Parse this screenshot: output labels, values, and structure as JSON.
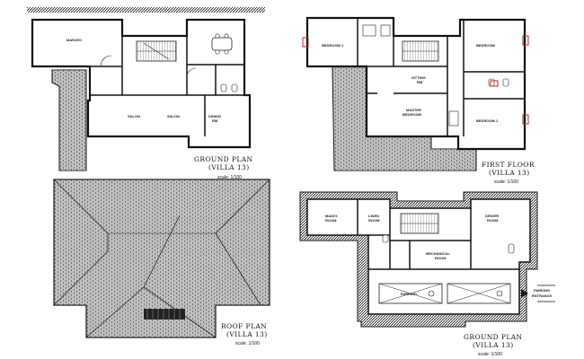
{
  "plans": {
    "ground_left": {
      "title": "GROUND PLAN",
      "subtitle": "(VILLA 13)",
      "scale": "scale: 1/100",
      "rooms": {
        "marjeo": "MARJEO",
        "salon1": "SALON",
        "salon2": "SALON",
        "dining": "DINING",
        "dining2": "RM"
      }
    },
    "first_floor": {
      "title": "FIRST FLOOR",
      "subtitle": "(VILLA 13)",
      "scale": "scale: 1/100",
      "rooms": {
        "bed1": "BEDROOM 1",
        "bed2": "BEDROOM",
        "sitting": "SITTING",
        "sitting2": "RM",
        "master": "MASTER",
        "master2": "BEDROOM",
        "bed3": "BEDROOM 1"
      }
    },
    "roof": {
      "title": "ROOF PLAN",
      "subtitle": "(VILLA 13)",
      "scale": "scale: 1/100"
    },
    "basement": {
      "title": "GROUND PLAN",
      "subtitle": "(VILLA 13)",
      "scale": "scale: 1/100",
      "rooms": {
        "maid": "MAID'S",
        "maid2": "ROOM",
        "linen": "LINEN",
        "linen2": "ROOM",
        "driver": "DRIVER",
        "driver2": "ROOM",
        "mech": "MECHANICAL",
        "mech2": "ROOM",
        "parking": "PARKING",
        "entrance": "PARKING",
        "entrance2": "ENTRANCE"
      }
    }
  },
  "colors": {
    "wall": "#111111",
    "hatch": "#555555",
    "accent": "#cc2222"
  }
}
